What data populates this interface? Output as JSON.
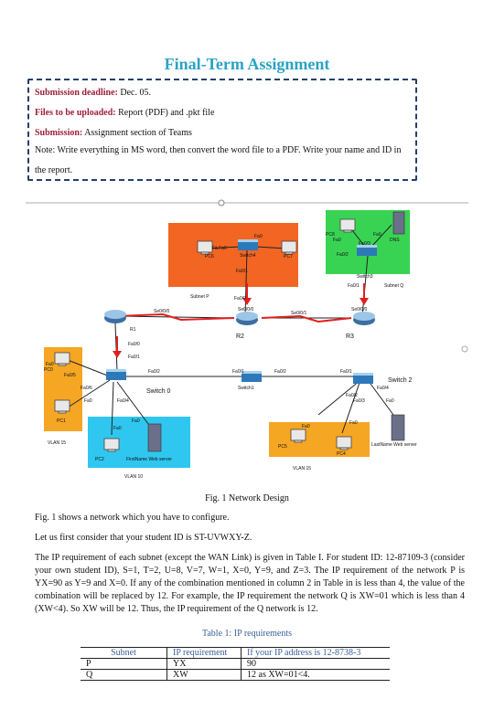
{
  "title": "Final-Term Assignment",
  "info": {
    "deadline_label": "Submission deadline:",
    "deadline_value": " Dec. 05.",
    "files_label": "Files to be uploaded:",
    "files_value": " Report (PDF) and .pkt file",
    "submission_label": "Submission:",
    "submission_value": " Assignment section of Teams",
    "note": "Note: Write everything in MS word, then convert the word file to a PDF. Write your name and ID in the report."
  },
  "figure": {
    "subnet_p": "Subnet P",
    "subnet_q": "Subnet Q",
    "pc6": "PC6",
    "pc7": "PC7",
    "switch4": "Switch4",
    "pc8": "PC8",
    "dns": "DNS",
    "switch3": "Switch3",
    "r1": "R1",
    "r2": "R2",
    "r3": "R3",
    "switch0": "Switch 0",
    "switch1": "Switch1",
    "switch2": "Switch 2",
    "pc0": "PC0",
    "pc1": "PC1",
    "pc2": "PC2",
    "pc4": "PC4",
    "pc5": "PC5",
    "firstname_server": "FirstName Web server",
    "lastname_server": "LastName Web server",
    "vlan15_left": "VLAN 15",
    "vlan10": "VLAN 10",
    "vlan15_right": "VLAN 15",
    "ports": {
      "fa0": "Fa0",
      "fa01": "Fa0/1",
      "fa02": "Fa0/2",
      "fa03": "Fa0/3",
      "fa04": "Fa0/4",
      "fa05": "Fa0/5",
      "fa06": "Fa0/6",
      "fa00": "Fa0/0",
      "se000": "Se0/0/0",
      "se001": "Se0/0/1",
      "fafa0": "Fä Fa0"
    }
  },
  "caption": "Fig. 1 Network Design",
  "paragraphs": {
    "p1": "Fig. 1 shows a network which you have to configure.",
    "p2": "Let us first consider that your student ID is ST-UVWXY-Z.",
    "p3": "The IP requirement of each subnet (except the WAN Link) is given in Table I. For student ID: 12-87109-3 (consider your own student ID), S=1, T=2, U=8, V=7, W=1, X=0, Y=9, and Z=3. The IP requirement of the network P is YX=90 as Y=9 and X=0. If any of the combination mentioned in column 2 in Table in is less than 4,  the value of the combination will be replaced by 12. For example, the IP requirement the network Q is XW=01 which is less than 4 (XW<4). So XW will be 12. Thus, the IP requirement of the Q network is 12."
  },
  "table": {
    "caption": "Table 1: IP requirements",
    "headers": [
      "Subnet",
      "IP requirement",
      "If your IP address is 12-8738-3"
    ],
    "rows": [
      [
        "P",
        "YX",
        "90"
      ],
      [
        "Q",
        "XW",
        "12 as XW=01<4."
      ]
    ]
  }
}
